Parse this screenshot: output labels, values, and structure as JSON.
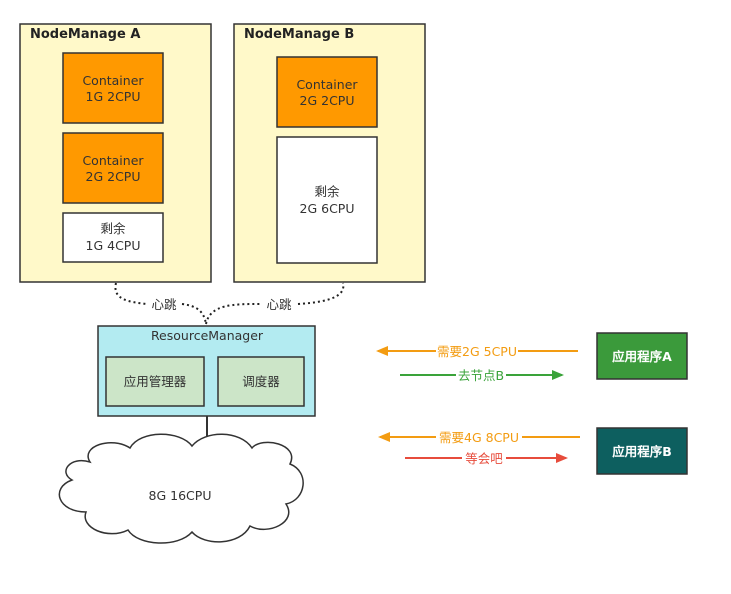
{
  "node_a": {
    "title": "NodeManage A",
    "container1": {
      "line1": "Container",
      "line2": "1G 2CPU"
    },
    "container2": {
      "line1": "Container",
      "line2": "2G 2CPU"
    },
    "remaining": {
      "line1": "剩余",
      "line2": "1G 4CPU"
    }
  },
  "node_b": {
    "title": "NodeManage B",
    "container1": {
      "line1": "Container",
      "line2": "2G 2CPU"
    },
    "remaining": {
      "line1": "剩余",
      "line2": "2G 6CPU"
    }
  },
  "heartbeat_a": "心跳",
  "heartbeat_b": "心跳",
  "resource_manager": {
    "title": "ResourceManager",
    "app_manager": "应用管理器",
    "scheduler": "调度器"
  },
  "cloud": {
    "label": "8G 16CPU"
  },
  "app_a": {
    "label": "应用程序A",
    "request": "需要2G 5CPU",
    "response": "去节点B"
  },
  "app_b": {
    "label": "应用程序B",
    "request": "需要4G 8CPU",
    "response": "等会吧"
  },
  "colors": {
    "node_fill": "#fff9c9",
    "container_fill": "#ff9900",
    "rm_fill": "#b3ebf1",
    "sub_fill": "#cce5c8",
    "app_a_fill": "#3b9a3b",
    "app_b_fill": "#0d5f5f",
    "arrow_orange": "#f39c12",
    "arrow_green": "#3aa33a",
    "arrow_red": "#e74c3c"
  }
}
